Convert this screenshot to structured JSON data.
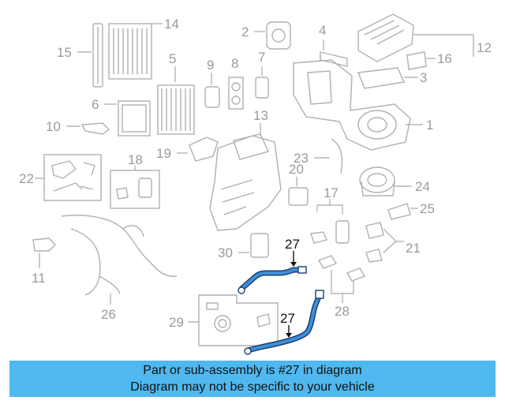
{
  "callouts": {
    "n1": "1",
    "n2": "2",
    "n3": "3",
    "n4": "4",
    "n5": "5",
    "n6": "6",
    "n7": "7",
    "n8": "8",
    "n9": "9",
    "n10": "10",
    "n11": "11",
    "n12": "12",
    "n13": "13",
    "n14": "14",
    "n15": "15",
    "n16": "16",
    "n17": "17",
    "n18": "18",
    "n19": "19",
    "n20": "20",
    "n21": "21",
    "n22": "22",
    "n23": "23",
    "n24": "24",
    "n25": "25",
    "n26": "26",
    "n27a": "27",
    "n27b": "27",
    "n28": "28",
    "n29": "29",
    "n30": "30"
  },
  "highlight_part": "27",
  "colors": {
    "highlight": "#3d8fd9",
    "banner": "#4fb8ef",
    "parts": "#b0b0b0"
  },
  "banner": {
    "line1": "Part or sub-assembly is #27 in diagram",
    "line2": "Diagram may not be specific to your vehicle"
  }
}
